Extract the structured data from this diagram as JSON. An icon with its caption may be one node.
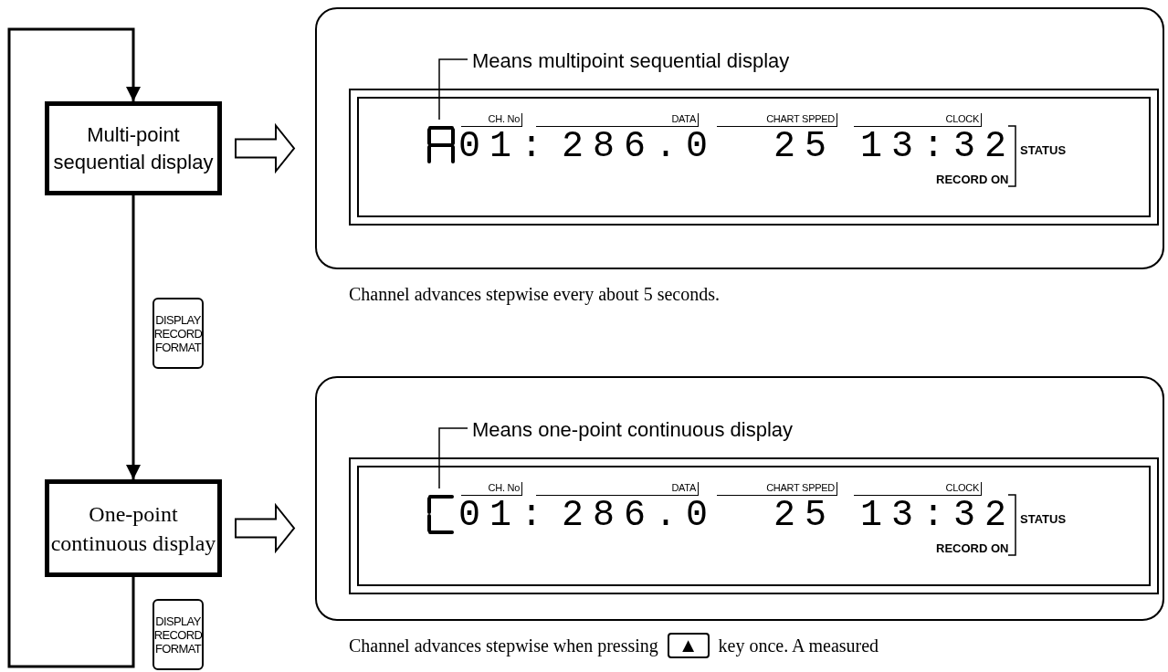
{
  "diagram": {
    "nodes": [
      {
        "text": [
          "Multi-point sequential display"
        ]
      },
      {
        "text": [],
        "shape": "box",
        "beside": [
          "Channel advances stepwise every about 5 seconds."
        ]
      },
      {
        "text": [
          "Means multipoint sequential display"
        ],
        "in": 1
      },
      {
        "text": [],
        "shape": "picture",
        "in": 1
      },
      {
        "text": [
          "One-point continuous display"
        ]
      },
      {
        "text": [],
        "shape": "box",
        "beside": [
          "Channel advances stepwise when pressing",
          "▲",
          "key once. A measured"
        ]
      },
      {
        "text": [
          "Means one-point continuous display"
        ],
        "in": 5
      },
      {
        "text": [],
        "shape": "picture",
        "in": 5
      }
    ],
    "edges": [
      {
        "from": 0,
        "to": 4,
        "arrow": "to",
        "label": "DISPLAY RECORD FORMAT"
      },
      {
        "from": 4,
        "to": 0,
        "arrow": "to",
        "label": "DISPLAY RECORD FORMAT"
      },
      {
        "from": 0,
        "to": 1,
        "arrow": "to"
      },
      {
        "from": 4,
        "to": 5,
        "arrow": "to"
      },
      {
        "from": 2,
        "to": 3,
        "arrow": "none"
      },
      {
        "from": 6,
        "to": 7,
        "arrow": "none"
      }
    ],
    "labels": [
      "CH. No",
      "DATA",
      "CHART SPPED",
      "CLOCK",
      "01:",
      "286.0",
      "25",
      "13:32",
      "STATUS",
      "RECORD ON",
      "CH. No",
      "DATA",
      "CHART SPPED",
      "CLOCK",
      "01:",
      "286.0",
      "25",
      "13:32",
      "STATUS",
      "RECORD ON"
    ]
  }
}
